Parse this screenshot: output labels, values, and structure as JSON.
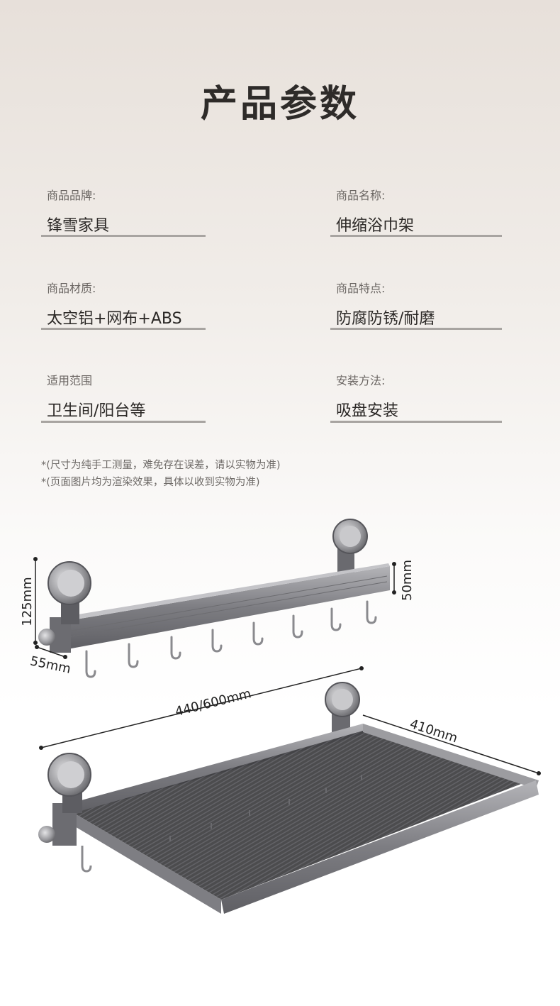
{
  "title": "产品参数",
  "specs": [
    {
      "label": "商品品牌:",
      "value": "锋雪家具"
    },
    {
      "label": "商品名称:",
      "value": "伸缩浴巾架"
    },
    {
      "label": "商品材质:",
      "value": "太空铝+网布+ABS"
    },
    {
      "label": "商品特点:",
      "value": "防腐防锈/耐磨"
    },
    {
      "label": "适用范围",
      "value": "卫生间/阳台等"
    },
    {
      "label": "安装方法:",
      "value": "吸盘安装"
    }
  ],
  "notes": [
    "*(尺寸为纯手工测量，难免存在误差，请以实物为准)",
    "*(页面图片均为渲染效果，具体以收到实物为准)"
  ],
  "dimensions": {
    "height": "125mm",
    "depth": "55mm",
    "rail_height": "50mm",
    "length": "440/600mm",
    "width": "410mm"
  },
  "colors": {
    "title": "#2e2b29",
    "divider": "#a8a4a1",
    "metal": "#8f8f93",
    "mesh": "#3d3d40"
  }
}
